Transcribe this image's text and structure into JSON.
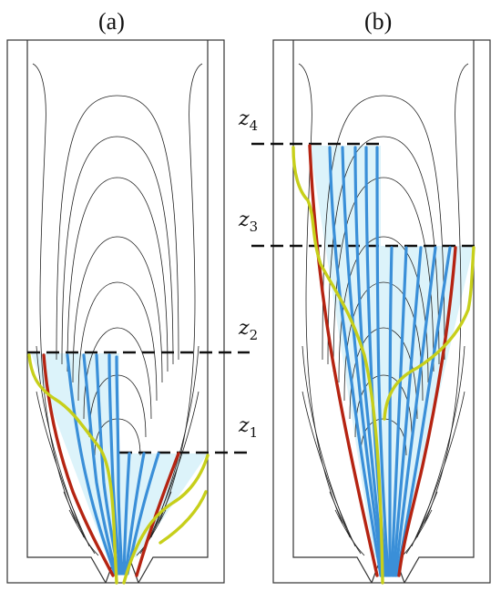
{
  "panels": [
    {
      "label": "(a)",
      "z_labels": [
        {
          "base": "z",
          "sub": "2"
        },
        {
          "base": "z",
          "sub": "1"
        }
      ]
    },
    {
      "label": "(b)",
      "z_labels": [
        {
          "base": "z",
          "sub": "4"
        },
        {
          "base": "z",
          "sub": "3"
        }
      ]
    }
  ],
  "colors": {
    "streamline_blue": "#3a8fd8",
    "streamline_red": "#b52412",
    "streamline_yellow": "#c7cf1a",
    "shade": "#bfe9f6",
    "contour": "#222222"
  }
}
